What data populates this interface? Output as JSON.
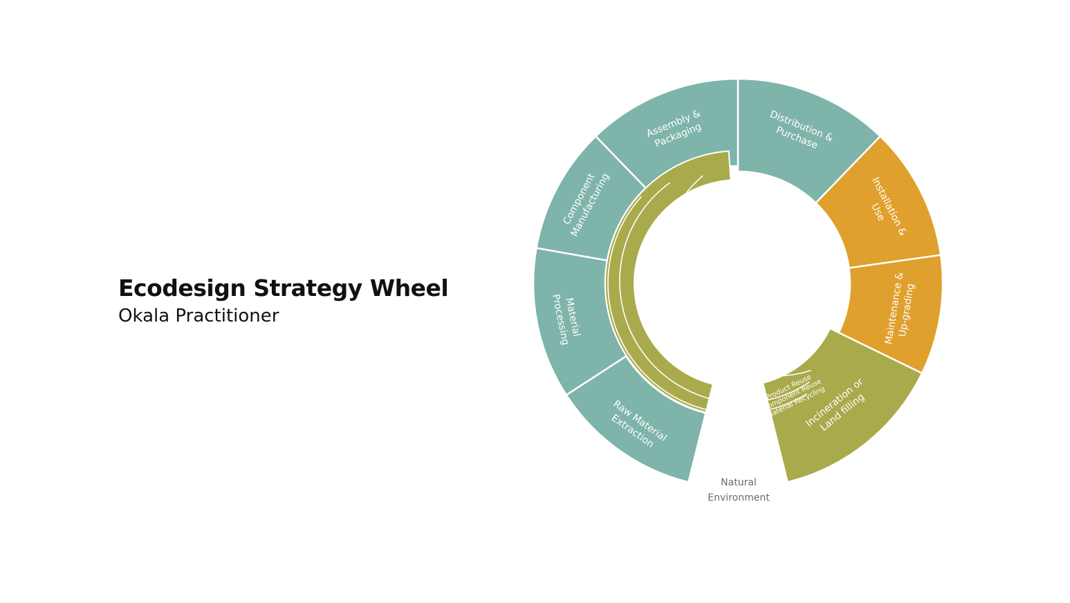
{
  "header": {
    "title": "Ecodesign Strategy Wheel",
    "subtitle": "Okala Practitioner"
  },
  "colors": {
    "teal": "#7eb4aa",
    "orange": "#e0a02d",
    "olive": "#a9aa4b",
    "border": "#ffffff",
    "text_dark": "#111111",
    "text_gray": "#6a6a6a"
  },
  "wheel": {
    "segments": [
      {
        "id": "raw-material-extraction",
        "lines": [
          "Raw Material",
          "Extraction"
        ],
        "color": "teal"
      },
      {
        "id": "material-processing",
        "lines": [
          "Material",
          "Processing"
        ],
        "color": "teal"
      },
      {
        "id": "component-manufacturing",
        "lines": [
          "Component",
          "Manufacturing"
        ],
        "color": "teal"
      },
      {
        "id": "assembly-packaging",
        "lines": [
          "Assembly &",
          "Packaging"
        ],
        "color": "teal"
      },
      {
        "id": "distribution-purchase",
        "lines": [
          "Distribution &",
          "Purchase"
        ],
        "color": "teal"
      },
      {
        "id": "installation-use",
        "lines": [
          "Installation &",
          "Use"
        ],
        "color": "orange"
      },
      {
        "id": "maintenance-upgrading",
        "lines": [
          "Maintenance &",
          "Up-grading"
        ],
        "color": "orange"
      },
      {
        "id": "incineration-landfilling",
        "lines": [
          "Incineration or",
          "Land filling"
        ],
        "color": "olive"
      }
    ],
    "loops": [
      {
        "id": "product-reuse",
        "label": "Product Reuse"
      },
      {
        "id": "component-reuse",
        "label": "Component Reuse"
      },
      {
        "id": "material-recycling",
        "label": "Material Recycling"
      }
    ],
    "environment_lines": [
      "Natural",
      "Environment"
    ]
  }
}
